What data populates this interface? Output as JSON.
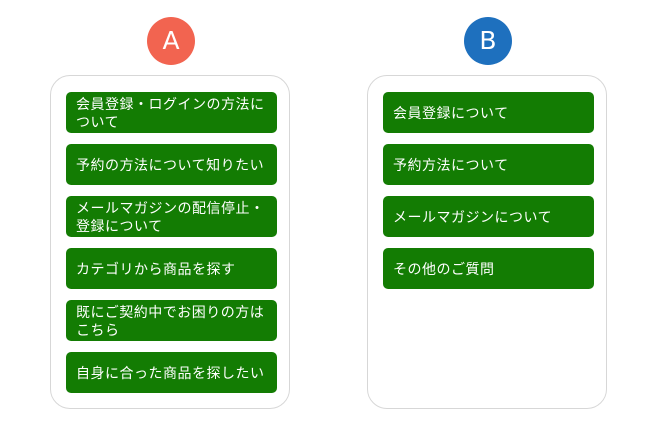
{
  "variant_a": {
    "label": "A",
    "color": "#f26450",
    "buttons": [
      "会員登録・ログインの方法について",
      "予約の方法について知りたい",
      "メールマガジンの配信停止・登録について",
      "カテゴリから商品を探す",
      "既にご契約中でお困りの方はこちら",
      "自身に合った商品を探したい"
    ]
  },
  "variant_b": {
    "label": "B",
    "color": "#1e70be",
    "buttons": [
      "会員登録について",
      "予約方法について",
      "メールマガジンについて",
      "その他のご質問"
    ]
  },
  "button_color": "#137c03"
}
